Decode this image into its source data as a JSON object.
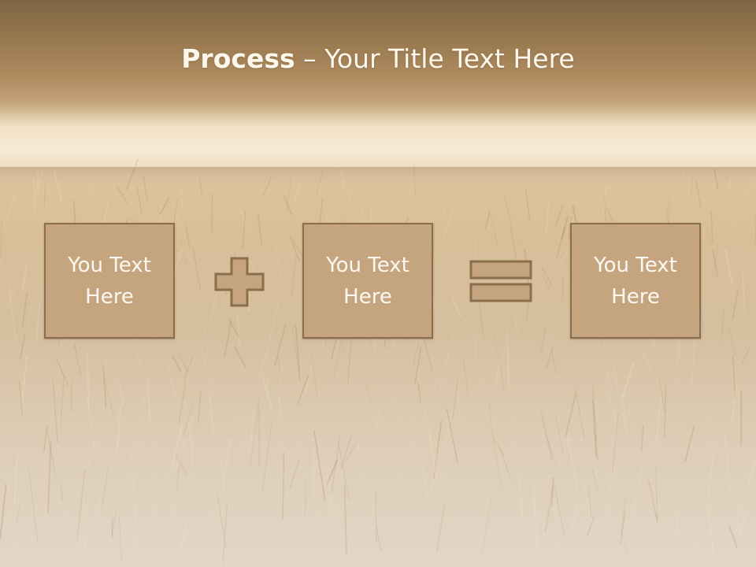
{
  "title": {
    "bold": "Process",
    "dash": " – ",
    "rest": "Your Title Text Here"
  },
  "boxes": [
    {
      "label": "You Text Here"
    },
    {
      "label": "You Text Here"
    },
    {
      "label": "You Text Here"
    }
  ],
  "colors": {
    "box_fill": "#c5a57f",
    "box_border": "#8a6e4d",
    "text": "#fdf8ef"
  },
  "icons": {
    "operator1": "plus-icon",
    "operator2": "equals-icon"
  }
}
